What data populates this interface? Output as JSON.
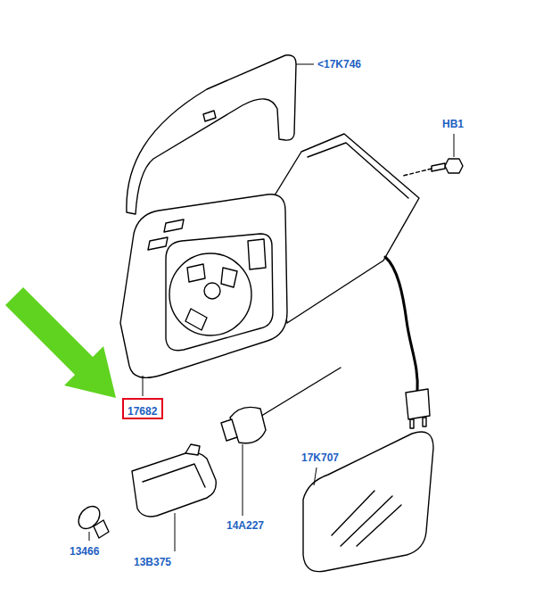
{
  "diagram": {
    "nodes": [
      {
        "text": [
          "17682"
        ]
      }
    ],
    "labels": [
      "<17K746",
      "HB1",
      "17K707",
      "14A227",
      "13466",
      "13B375"
    ]
  }
}
